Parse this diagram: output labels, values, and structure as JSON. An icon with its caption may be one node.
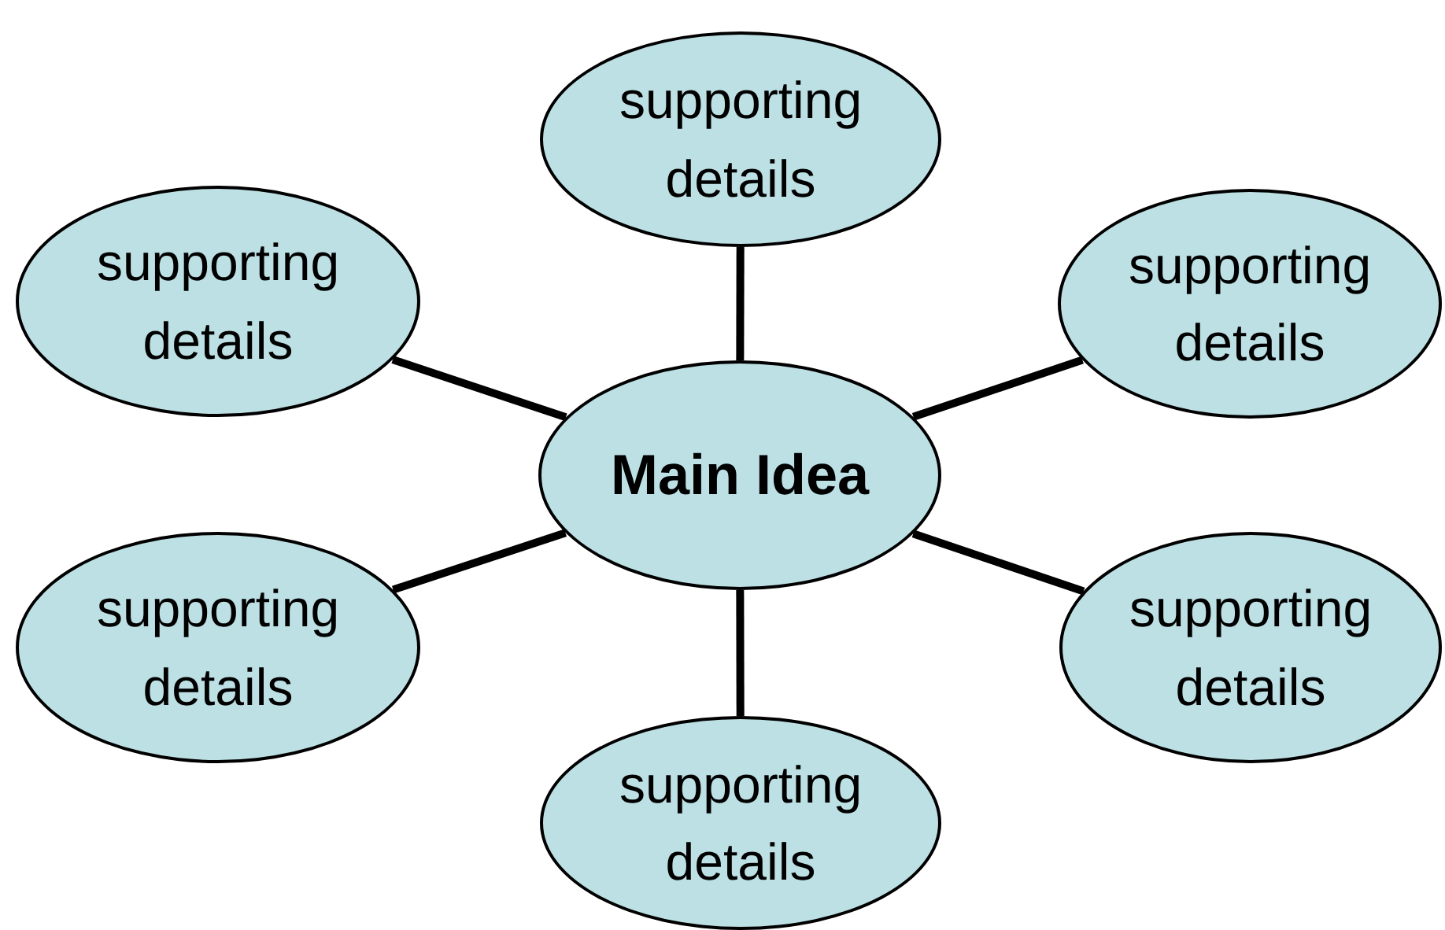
{
  "diagram": {
    "nodes": [
      {
        "text": [
          "supporting details"
        ]
      },
      {
        "text": [
          "supporting details"
        ]
      },
      {
        "text": [
          "supporting details"
        ]
      },
      {
        "text": [
          "Main Idea"
        ]
      },
      {
        "text": [
          "supporting details"
        ]
      },
      {
        "text": [
          "supporting details"
        ]
      },
      {
        "text": [
          "supporting details"
        ]
      }
    ],
    "edges": [
      {
        "from": 3,
        "to": 0,
        "arrow": "none"
      },
      {
        "from": 3,
        "to": 1,
        "arrow": "none"
      },
      {
        "from": 3,
        "to": 2,
        "arrow": "none"
      },
      {
        "from": 3,
        "to": 4,
        "arrow": "none"
      },
      {
        "from": 3,
        "to": 5,
        "arrow": "none"
      },
      {
        "from": 3,
        "to": 6,
        "arrow": "none"
      }
    ]
  }
}
